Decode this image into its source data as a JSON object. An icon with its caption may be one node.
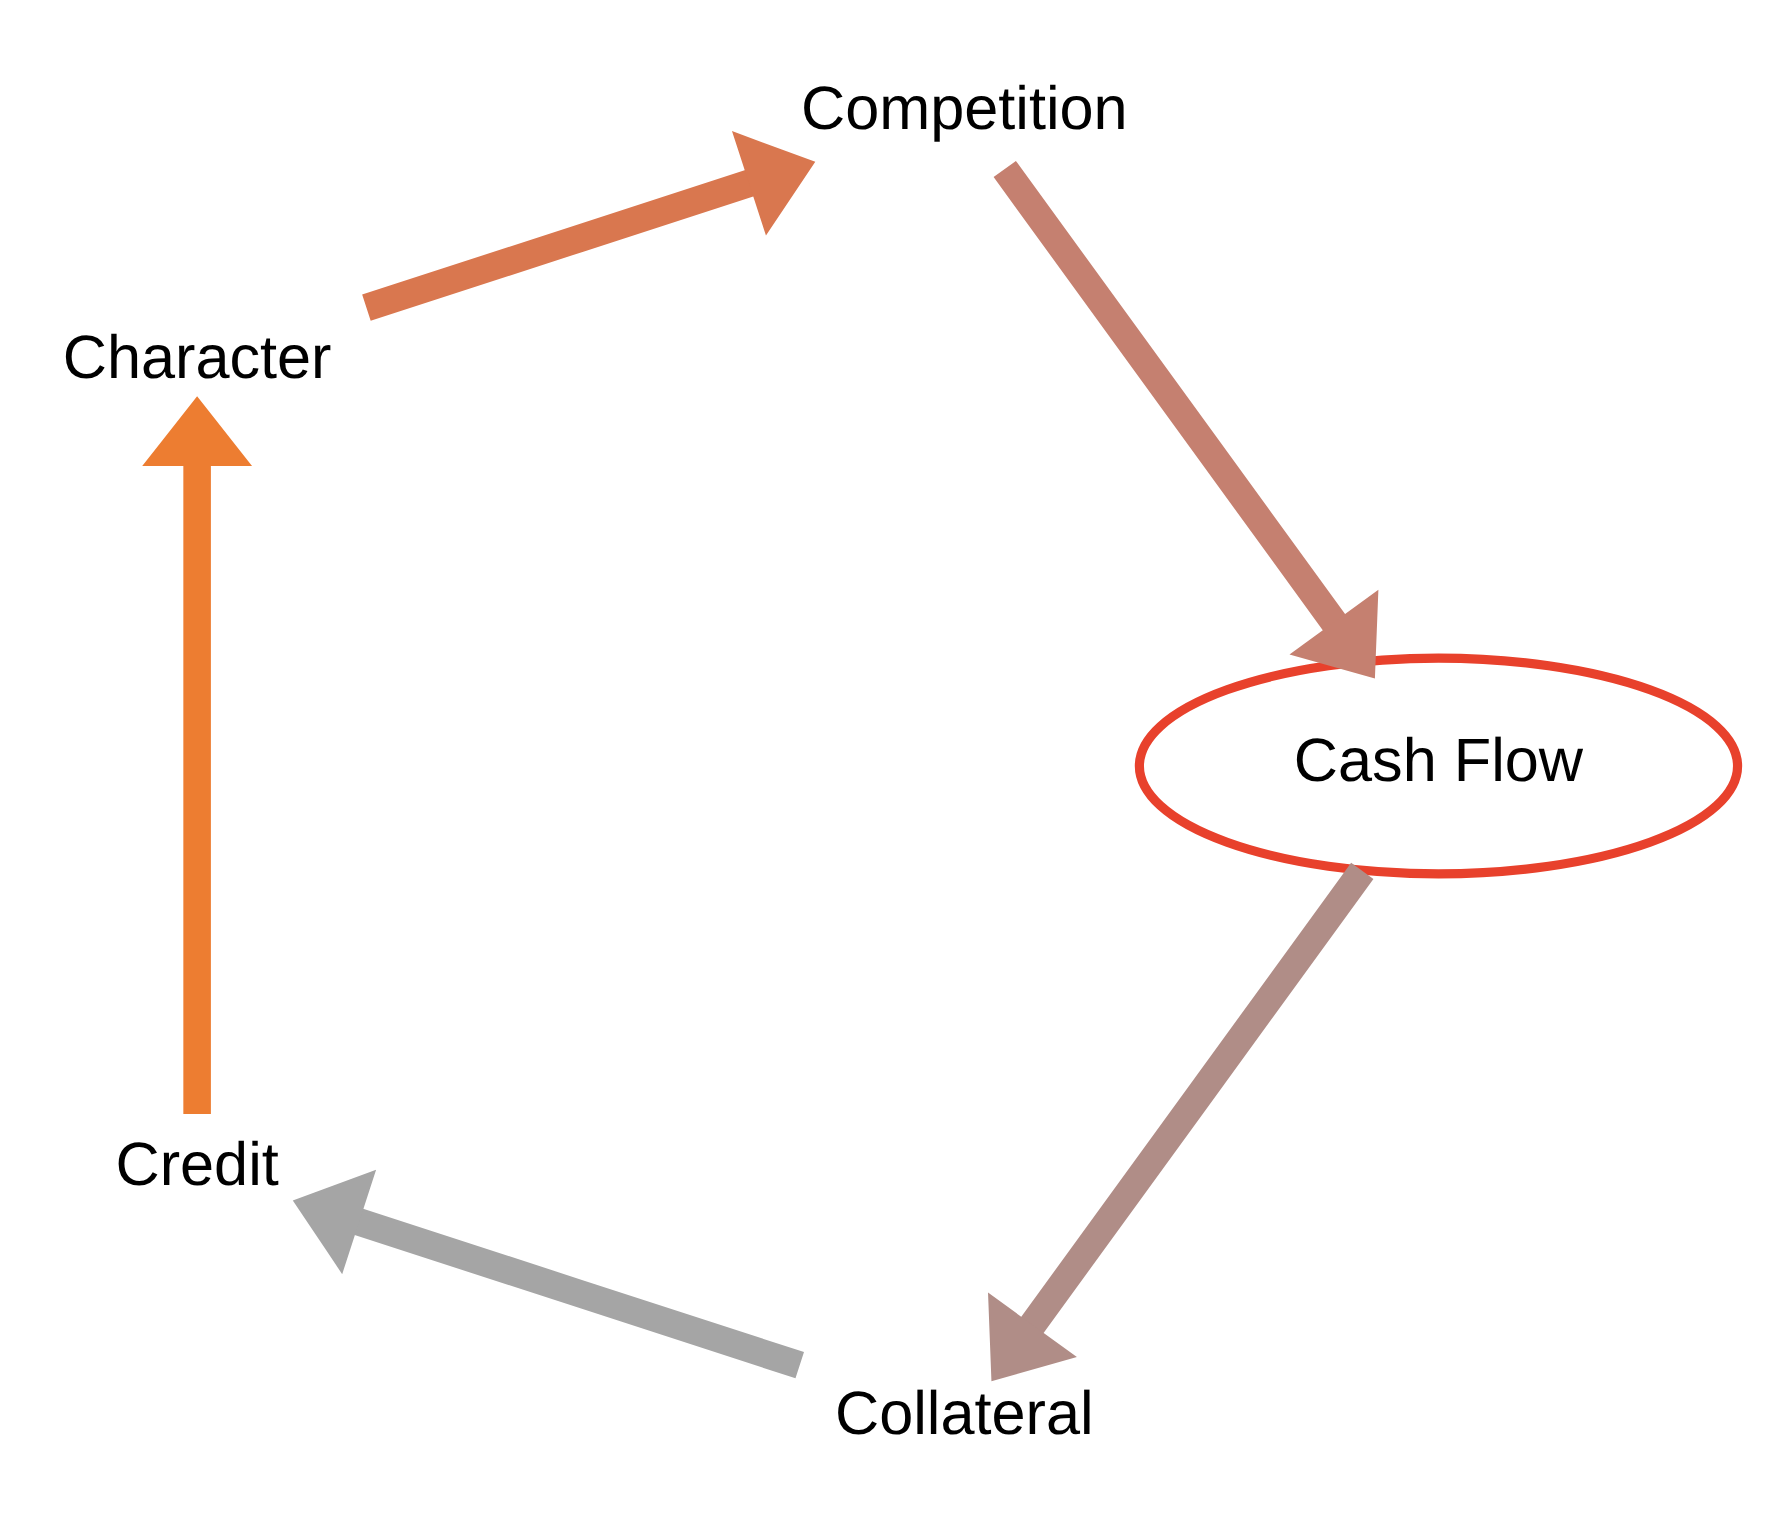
{
  "diagram": {
    "nodes": [
      {
        "text": [
          "Collateral"
        ]
      },
      {
        "text": [
          "Credit"
        ]
      },
      {
        "text": [
          "Cash Flow"
        ]
      },
      {
        "text": [
          "Character"
        ]
      },
      {
        "text": [
          "Competition"
        ]
      }
    ],
    "edges": [
      {
        "from": 0,
        "to": 1,
        "arrow": "to",
        "color": "#a5a5a5"
      },
      {
        "from": 1,
        "to": 3,
        "arrow": "to",
        "color": "#ed7d31"
      },
      {
        "from": 3,
        "to": 4,
        "arrow": "to",
        "color": "#d9774f"
      },
      {
        "from": 4,
        "to": 2,
        "arrow": "to",
        "color": "#c58070"
      },
      {
        "from": 2,
        "to": 0,
        "arrow": "to",
        "color": "#b08d87"
      }
    ]
  }
}
